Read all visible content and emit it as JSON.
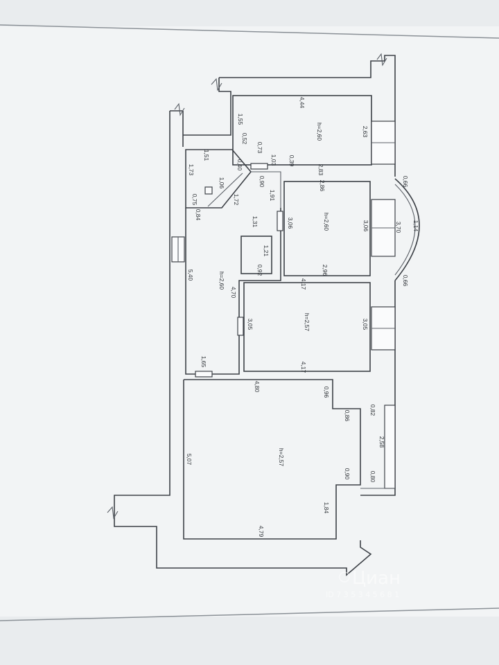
{
  "plan": {
    "labels": [
      {
        "name": "dim-top-444",
        "text": "4,44"
      },
      {
        "name": "dim-155",
        "text": "1,55"
      },
      {
        "name": "height-room1",
        "text": "h=2,60"
      },
      {
        "name": "dim-263",
        "text": "2,63"
      },
      {
        "name": "dim-052",
        "text": "0,52"
      },
      {
        "name": "dim-073",
        "text": "0,73"
      },
      {
        "name": "dim-103",
        "text": "1,03"
      },
      {
        "name": "dim-039",
        "text": "0,39"
      },
      {
        "name": "dim-283",
        "text": "2,83"
      },
      {
        "name": "dim-151",
        "text": "1,51"
      },
      {
        "name": "dim-040",
        "text": "0,40"
      },
      {
        "name": "dim-173",
        "text": "1,73"
      },
      {
        "name": "dim-106",
        "text": "1,06"
      },
      {
        "name": "dim-075",
        "text": "0,75"
      },
      {
        "name": "dim-172",
        "text": "1,72"
      },
      {
        "name": "dim-090",
        "text": "0,90"
      },
      {
        "name": "dim-286",
        "text": "2,86"
      },
      {
        "name": "dim-066-top",
        "text": "0,66"
      },
      {
        "name": "dim-191",
        "text": "1,91"
      },
      {
        "name": "dim-084",
        "text": "0,84"
      },
      {
        "name": "dim-131",
        "text": "1,31"
      },
      {
        "name": "dim-306-left",
        "text": "3,06"
      },
      {
        "name": "height-room2",
        "text": "h=2,60"
      },
      {
        "name": "dim-306-right",
        "text": "3,06"
      },
      {
        "name": "dim-370",
        "text": "3,70"
      },
      {
        "name": "dim-114",
        "text": "1,14"
      },
      {
        "name": "dim-121",
        "text": "1,21"
      },
      {
        "name": "dim-092",
        "text": "0,92"
      },
      {
        "name": "dim-296",
        "text": "2,96"
      },
      {
        "name": "dim-066-bottom",
        "text": "0,66"
      },
      {
        "name": "dim-540",
        "text": "5,40"
      },
      {
        "name": "height-hall",
        "text": "h=2,60"
      },
      {
        "name": "dim-470",
        "text": "4,70"
      },
      {
        "name": "dim-417-top",
        "text": "4,17"
      },
      {
        "name": "dim-305-left",
        "text": "3,05"
      },
      {
        "name": "height-room3",
        "text": "h=2,57"
      },
      {
        "name": "dim-305-right",
        "text": "3,05"
      },
      {
        "name": "dim-417-bottom",
        "text": "4,17"
      },
      {
        "name": "dim-165",
        "text": "1,65"
      },
      {
        "name": "dim-480",
        "text": "4,80"
      },
      {
        "name": "dim-096",
        "text": "0,96"
      },
      {
        "name": "dim-086",
        "text": "0,86"
      },
      {
        "name": "dim-082",
        "text": "0,82"
      },
      {
        "name": "dim-258",
        "text": "2,58"
      },
      {
        "name": "height-living",
        "text": "h=2,57"
      },
      {
        "name": "dim-507",
        "text": "5,07"
      },
      {
        "name": "dim-090-b",
        "text": "0,90"
      },
      {
        "name": "dim-080",
        "text": "0,80"
      },
      {
        "name": "dim-184",
        "text": "1,84"
      },
      {
        "name": "dim-479",
        "text": "4,79"
      }
    ]
  },
  "watermark": {
    "brand": "Циан",
    "id_text": "ID 7 3 5 3 4 5 6 8 1"
  }
}
